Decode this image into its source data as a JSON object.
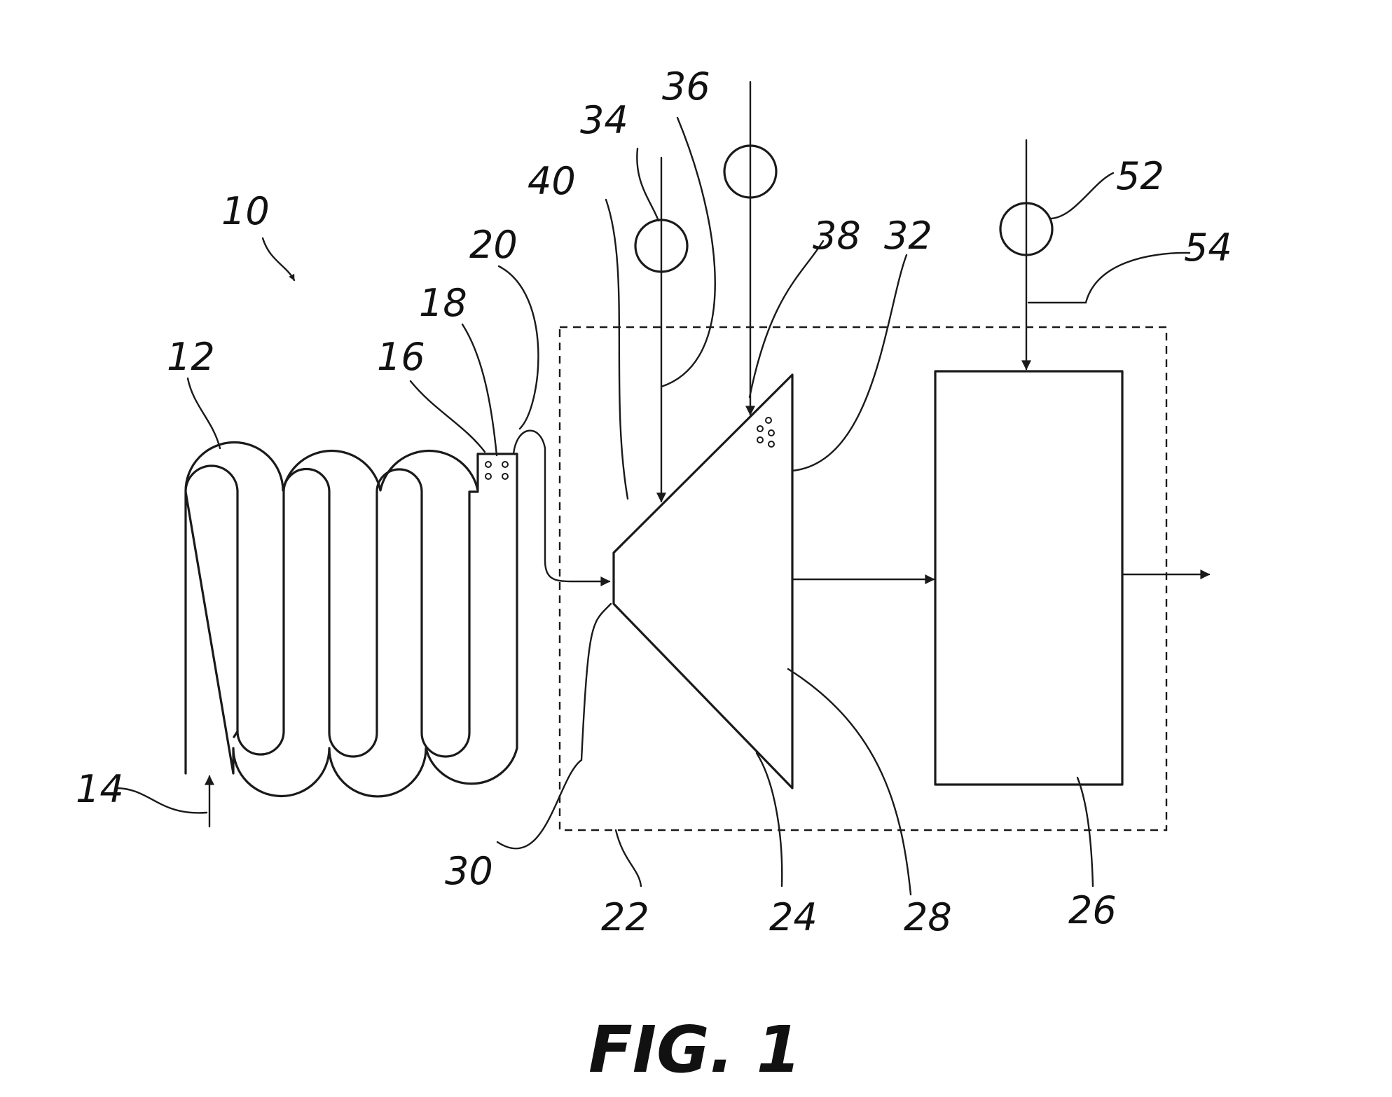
{
  "figure": {
    "caption": "FIG. 1",
    "reference_numerals": {
      "r10": "10",
      "r12": "12",
      "r14": "14",
      "r16": "16",
      "r18": "18",
      "r20": "20",
      "r22": "22",
      "r24": "24",
      "r26": "26",
      "r28": "28",
      "r30": "30",
      "r32": "32",
      "r34": "34",
      "r36": "36",
      "r38": "38",
      "r40": "40",
      "r52": "52",
      "r54": "54"
    }
  }
}
